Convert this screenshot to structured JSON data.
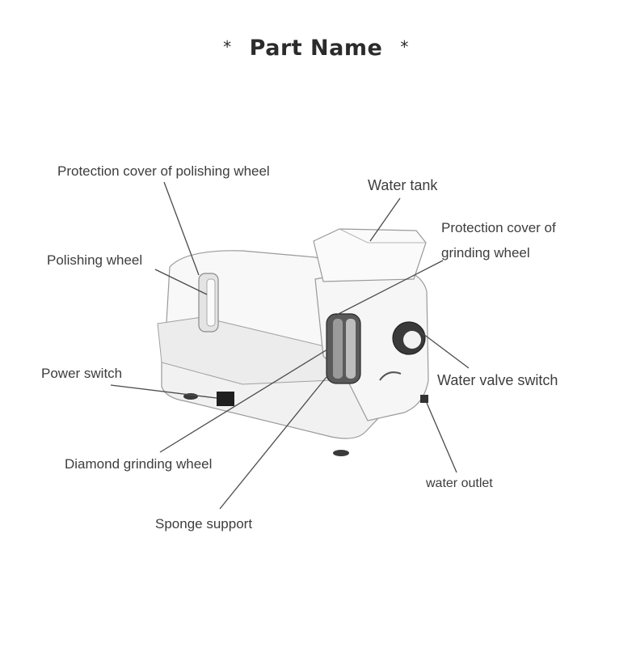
{
  "title": {
    "text": "Part Name",
    "star": "*"
  },
  "labels": {
    "protection_cover_polishing": "Protection cover of polishing wheel",
    "water_tank": "Water tank",
    "protection_cover_grinding_line1": "Protection cover of",
    "protection_cover_grinding_line2": "grinding wheel",
    "polishing_wheel": "Polishing wheel",
    "power_switch": "Power switch",
    "water_valve_switch": "Water valve switch",
    "diamond_grinding_wheel": "Diamond grinding wheel",
    "water_outlet": "water outlet",
    "sponge_support": "Sponge support"
  },
  "colors": {
    "line": "#4a4a4a",
    "body": "#f4f4f4",
    "shade": "#d8d8d8",
    "dark": "#2a2a2a"
  }
}
